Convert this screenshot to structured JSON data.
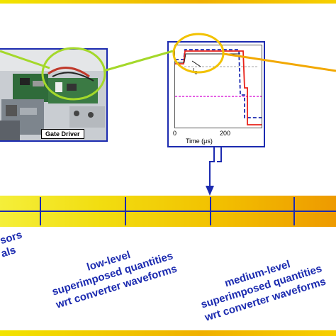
{
  "photo": {
    "caption": "Gate Driver"
  },
  "scope": {
    "x_ticks": [
      "0",
      "200"
    ],
    "x_axis_label": "Time (μs)",
    "current_label": "I",
    "current_subscript": "C"
  },
  "left_text": {
    "line1": "sors",
    "line2": "als"
  },
  "blocks": [
    {
      "line1": "low-level",
      "line2": "superimposed quantities",
      "line3": "wrt converter waveforms"
    },
    {
      "line1": "medium-level",
      "line2": "superimposed quantities",
      "line3": "wrt converter waveforms"
    }
  ],
  "colors": {
    "frame": "#1c2bb0",
    "highlight_circle": "#f2c200",
    "trace_red": "#e8221a",
    "trace_blue": "#1c2bb0",
    "trace_magenta": "#d400d4",
    "band_start": "#f4ef3a",
    "band_end": "#ee9a00"
  }
}
